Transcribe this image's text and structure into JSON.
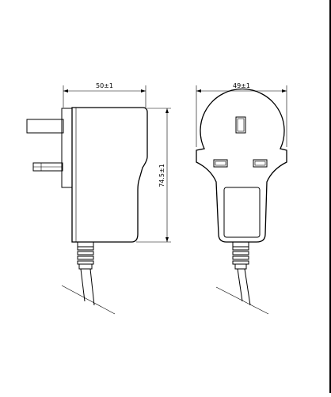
{
  "drawing": {
    "title": "UK plug adapter outline drawing",
    "side_view": {
      "width_label": "50±1",
      "height_label": "74.5±1"
    },
    "front_view": {
      "width_label": "49±1"
    }
  }
}
